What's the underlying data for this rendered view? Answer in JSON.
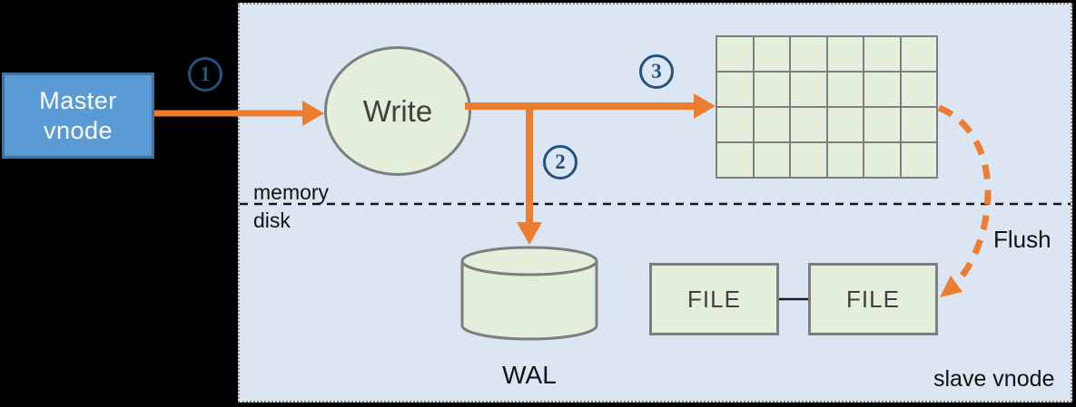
{
  "colors": {
    "orange": "#ed7d31",
    "panel-bg": "#dce6f2",
    "node-green": "#e4efdb",
    "gray-border": "#7e7e7e",
    "blue-fill": "#5b9bd5",
    "blue-border": "#41719c",
    "step-blue": "#25517e",
    "ink": "#111111",
    "label-gray": "#404040"
  },
  "master_node": {
    "line1": "Master",
    "line2": "vnode"
  },
  "steps": [
    {
      "n": "1"
    },
    {
      "n": "2"
    },
    {
      "n": "3"
    }
  ],
  "write_node": {
    "label": "Write"
  },
  "boundary": {
    "above_label": "memory",
    "below_label": "disk"
  },
  "memtable": {
    "rows": 4,
    "cols": 6
  },
  "wal": {
    "label": "WAL"
  },
  "files": [
    {
      "label": "FILE"
    },
    {
      "label": "FILE"
    }
  ],
  "flush": {
    "label": "Flush"
  },
  "panel": {
    "label": "slave vnode"
  }
}
